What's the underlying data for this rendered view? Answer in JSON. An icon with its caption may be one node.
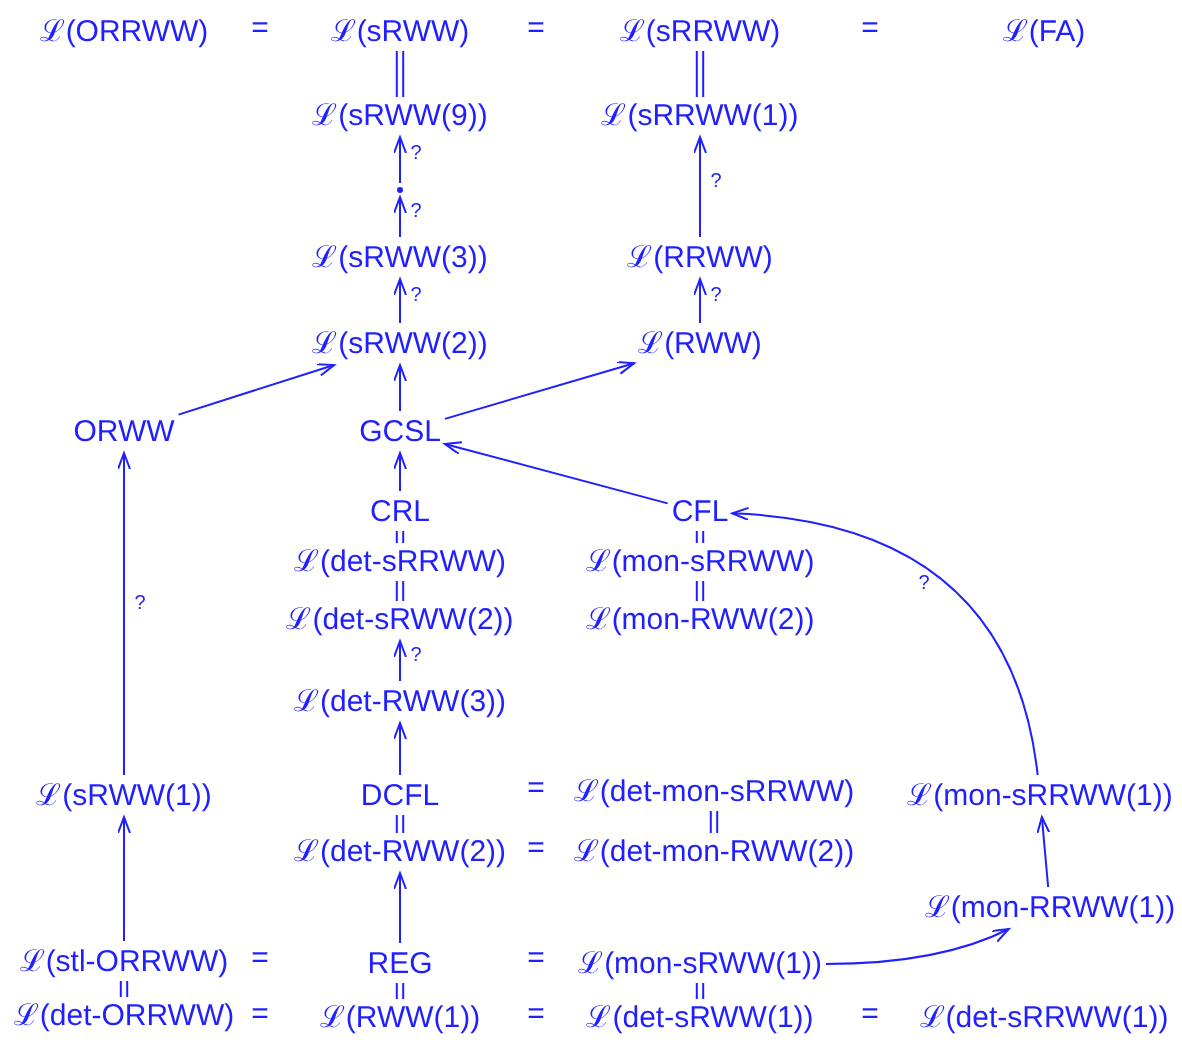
{
  "diagram": {
    "nodes": [
      {
        "text": [
          "ℒ(ORRWW)"
        ]
      },
      {
        "text": [
          "ℒ(sRWW)"
        ]
      },
      {
        "text": [
          "ℒ(sRRWW)"
        ]
      },
      {
        "text": [
          "ℒ(FA)"
        ]
      },
      {
        "text": [
          "ℒ(sRWW(9))"
        ]
      },
      {
        "text": [
          "ℒ(sRRWW(1))"
        ]
      },
      {
        "text": [],
        "shape": "dot"
      },
      {
        "text": [
          "ℒ(sRWW(3))"
        ]
      },
      {
        "text": [
          "ℒ(RRWW)"
        ]
      },
      {
        "text": [
          "ℒ(sRWW(2))"
        ]
      },
      {
        "text": [
          "ℒ(RWW)"
        ]
      },
      {
        "text": [
          "ORWW"
        ]
      },
      {
        "text": [
          "GCSL"
        ]
      },
      {
        "text": [
          "CRL"
        ]
      },
      {
        "text": [
          "CFL"
        ]
      },
      {
        "text": [
          "ℒ(det-sRRWW)"
        ]
      },
      {
        "text": [
          "ℒ(mon-sRRWW)"
        ]
      },
      {
        "text": [
          "ℒ(det-sRWW(2))"
        ]
      },
      {
        "text": [
          "ℒ(mon-RWW(2))"
        ]
      },
      {
        "text": [
          "ℒ(det-RWW(3))"
        ]
      },
      {
        "text": [
          "ℒ(sRWW(1))"
        ]
      },
      {
        "text": [
          "DCFL"
        ]
      },
      {
        "text": [
          "ℒ(det-mon-sRRWW)"
        ]
      },
      {
        "text": [
          "ℒ(mon-sRRWW(1))"
        ]
      },
      {
        "text": [
          "ℒ(det-RWW(2))"
        ]
      },
      {
        "text": [
          "ℒ(det-mon-RWW(2))"
        ]
      },
      {
        "text": [
          "ℒ(mon-RRWW(1))"
        ]
      },
      {
        "text": [
          "ℒ(stl-ORRWW)"
        ]
      },
      {
        "text": [
          "REG"
        ]
      },
      {
        "text": [
          "ℒ(mon-sRWW(1))"
        ]
      },
      {
        "text": [
          "ℒ(det-ORRWW)"
        ]
      },
      {
        "text": [
          "ℒ(RWW(1))"
        ]
      },
      {
        "text": [
          "ℒ(det-sRWW(1))"
        ]
      },
      {
        "text": [
          "ℒ(det-sRRWW(1))"
        ]
      }
    ],
    "edges": [
      {
        "from": 1,
        "to": 4,
        "arrow": "none"
      },
      {
        "from": 2,
        "to": 5,
        "arrow": "none"
      },
      {
        "from": 6,
        "to": 4,
        "arrow": "to",
        "label": "?"
      },
      {
        "from": 7,
        "to": 6,
        "arrow": "to",
        "label": "?"
      },
      {
        "from": 8,
        "to": 5,
        "arrow": "to",
        "label": "?"
      },
      {
        "from": 9,
        "to": 7,
        "arrow": "to",
        "label": "?"
      },
      {
        "from": 10,
        "to": 8,
        "arrow": "to",
        "label": "?"
      },
      {
        "from": 11,
        "to": 9,
        "arrow": "to"
      },
      {
        "from": 12,
        "to": 9,
        "arrow": "to"
      },
      {
        "from": 12,
        "to": 10,
        "arrow": "to"
      },
      {
        "from": 13,
        "to": 12,
        "arrow": "to"
      },
      {
        "from": 14,
        "to": 12,
        "arrow": "to"
      },
      {
        "from": 13,
        "to": 15,
        "arrow": "none"
      },
      {
        "from": 14,
        "to": 16,
        "arrow": "none"
      },
      {
        "from": 15,
        "to": 17,
        "arrow": "none"
      },
      {
        "from": 16,
        "to": 18,
        "arrow": "none"
      },
      {
        "from": 19,
        "to": 17,
        "arrow": "to",
        "label": "?"
      },
      {
        "from": 20,
        "to": 11,
        "arrow": "to",
        "label": "?"
      },
      {
        "from": 21,
        "to": 19,
        "arrow": "to"
      },
      {
        "from": 21,
        "to": 24,
        "arrow": "none"
      },
      {
        "from": 22,
        "to": 25,
        "arrow": "none"
      },
      {
        "from": 23,
        "to": 14,
        "arrow": "to",
        "label": "?"
      },
      {
        "from": 26,
        "to": 23,
        "arrow": "to"
      },
      {
        "from": 27,
        "to": 20,
        "arrow": "to"
      },
      {
        "from": 28,
        "to": 24,
        "arrow": "to"
      },
      {
        "from": 29,
        "to": 26,
        "arrow": "to"
      },
      {
        "from": 27,
        "to": 30,
        "arrow": "none"
      },
      {
        "from": 28,
        "to": 31,
        "arrow": "none"
      },
      {
        "from": 29,
        "to": 32,
        "arrow": "none"
      }
    ],
    "labels": [
      "=",
      "=",
      "=",
      "=",
      "=",
      "=",
      "=",
      "=",
      "=",
      "="
    ]
  }
}
